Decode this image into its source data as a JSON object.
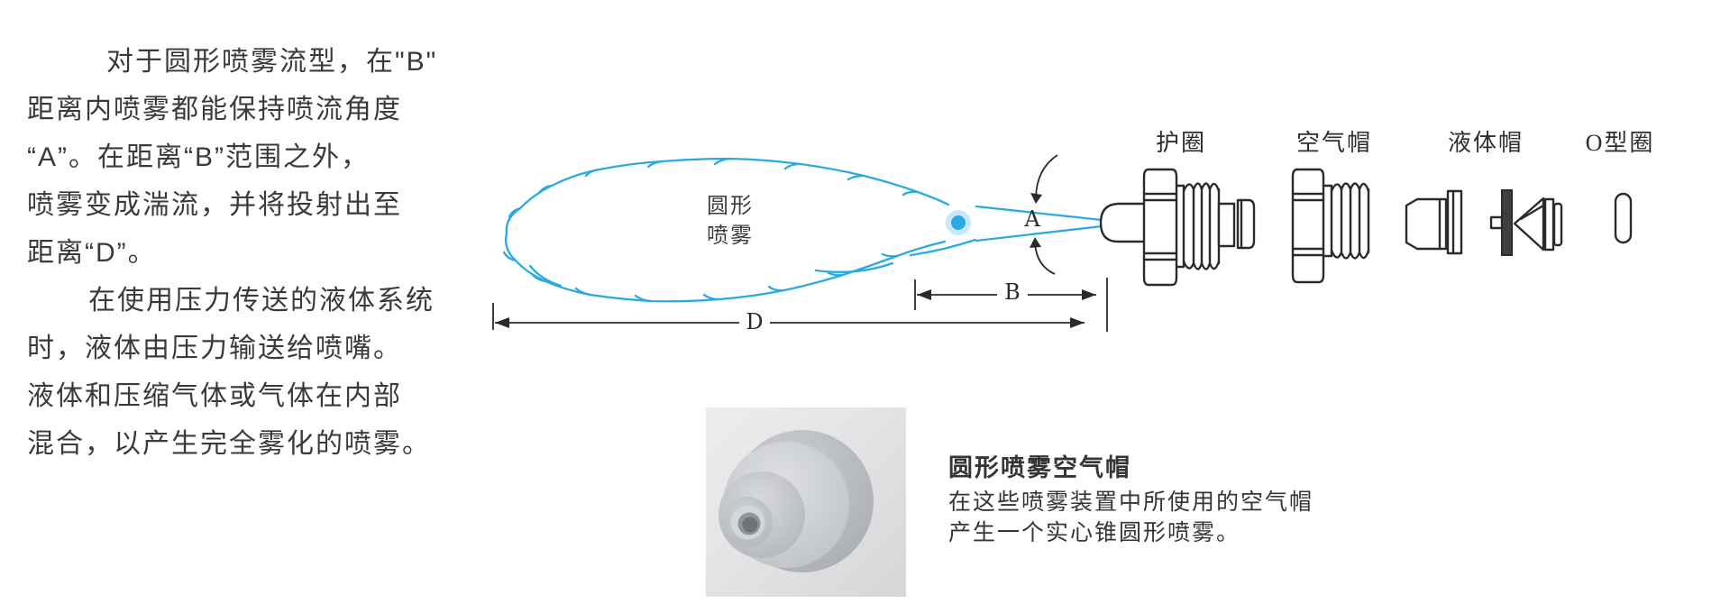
{
  "left_text": {
    "lines": [
      "对于圆形喷雾流型，在\"B\"",
      "距离内喷雾都能保持喷流角度",
      "“A”。在距离“B”范围之外，",
      "喷雾变成湍流，并将投射出至",
      "距离“D”。",
      "在使用压力传送的液体系统",
      "时，液体由压力输送给喷嘴。",
      "液体和压缩气体或气体在内部",
      "混合，以产生完全雾化的喷雾。"
    ]
  },
  "diagram": {
    "cloud_label": [
      "圆形",
      "喷雾"
    ],
    "angle_label": "A",
    "dim_b_label": "B",
    "dim_d_label": "D",
    "colors": {
      "spray_blue": "#29abe2",
      "dot_halo": "#c7e8f8",
      "line_dark": "#2b2b2b",
      "text_dark": "#3a3a3a"
    }
  },
  "parts": {
    "labels": [
      "护圈",
      "空气帽",
      "液体帽",
      "O型圈"
    ]
  },
  "photo_caption": {
    "title": "圆形喷雾空气帽",
    "lines": [
      "在这些喷雾装置中所使用的空气帽",
      "产生一个实心锥圆形喷雾。"
    ]
  }
}
